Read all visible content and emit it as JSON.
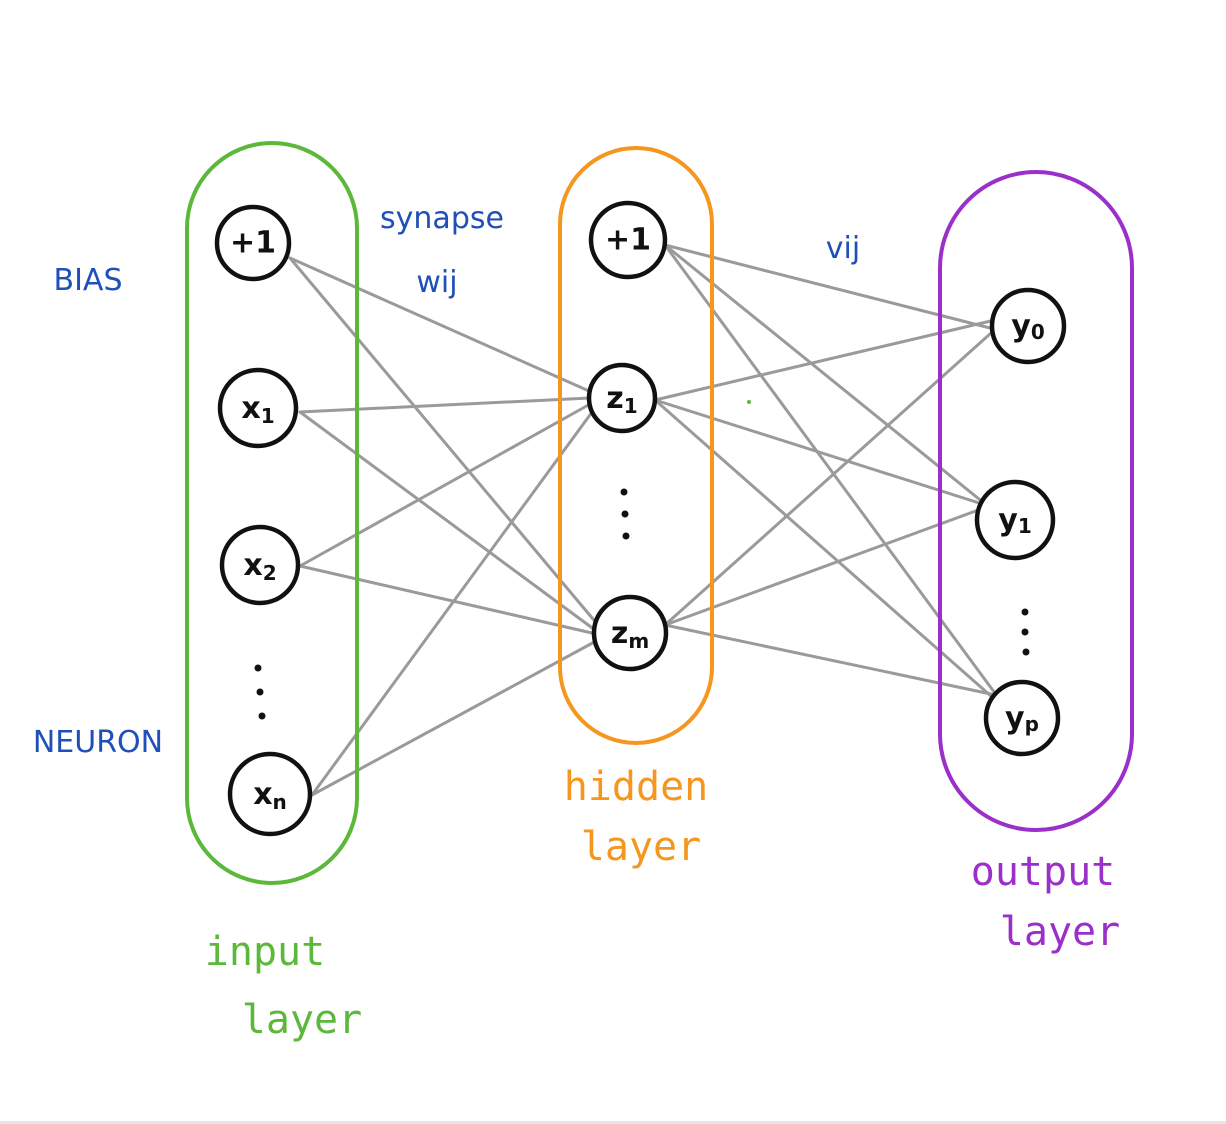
{
  "diagram": {
    "layers": {
      "input": {
        "line1": "input",
        "line2": "layer",
        "color": "#5cb83a"
      },
      "hidden": {
        "line1": "hidden",
        "line2": "layer",
        "color": "#f5961e"
      },
      "output": {
        "line1": "output",
        "line2": "layer",
        "color": "#9b2fc9"
      }
    },
    "annotations": {
      "bias": "BIAS",
      "neuron": "NEURON",
      "synapse": "synapse",
      "wij": "wij",
      "vij": "vij"
    },
    "nodes": {
      "input_bias": "+1",
      "x1": {
        "base": "x",
        "sub": "1"
      },
      "x2": {
        "base": "x",
        "sub": "2"
      },
      "xn": {
        "base": "x",
        "sub": "n"
      },
      "hidden_bias": "+1",
      "z1": {
        "base": "z",
        "sub": "1"
      },
      "zm": {
        "base": "z",
        "sub": "m"
      },
      "y0": {
        "base": "y",
        "sub": "0"
      },
      "y1": {
        "base": "y",
        "sub": "1"
      },
      "yp": {
        "base": "y",
        "sub": "p"
      }
    },
    "colors": {
      "connection": "#9a9a9a",
      "node_outline": "#111111",
      "annotation_blue": "#1f4fb8"
    }
  }
}
